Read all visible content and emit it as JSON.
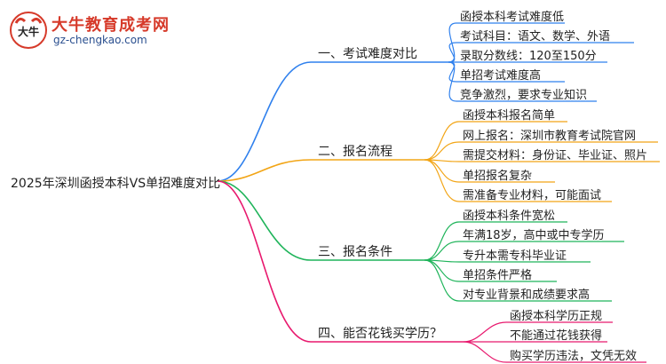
{
  "logo": {
    "title": "大牛教育成考网",
    "url": "gz-chengkao.com",
    "mark_text": "大牛"
  },
  "root": "2025年深圳函授本科VS单招难度对比",
  "branches": [
    {
      "label": "一、考试难度对比",
      "color": "#2f80ed",
      "leaves": [
        "函授本科考试难度低",
        "考试科目：语文、数学、外语",
        "录取分数线：120至150分",
        "单招考试难度高",
        "竞争激烈，要求专业知识"
      ]
    },
    {
      "label": "二、报名流程",
      "color": "#f2a516",
      "leaves": [
        "函授本科报名简单",
        "网上报名：深圳市教育考试院官网",
        "需提交材料：身份证、毕业证、照片",
        "单招报名复杂",
        "需准备专业材料，可能面试"
      ]
    },
    {
      "label": "三、报名条件",
      "color": "#1fb45a",
      "leaves": [
        "函授本科条件宽松",
        "年满18岁，高中或中专学历",
        "专升本需专科毕业证",
        "单招条件严格",
        "对专业背景和成绩要求高"
      ]
    },
    {
      "label": "四、能否花钱买学历？",
      "color": "#e8196e",
      "leaves": [
        "函授本科学历正规",
        "不能通过花钱获得",
        "购买学历违法，文凭无效"
      ]
    }
  ]
}
